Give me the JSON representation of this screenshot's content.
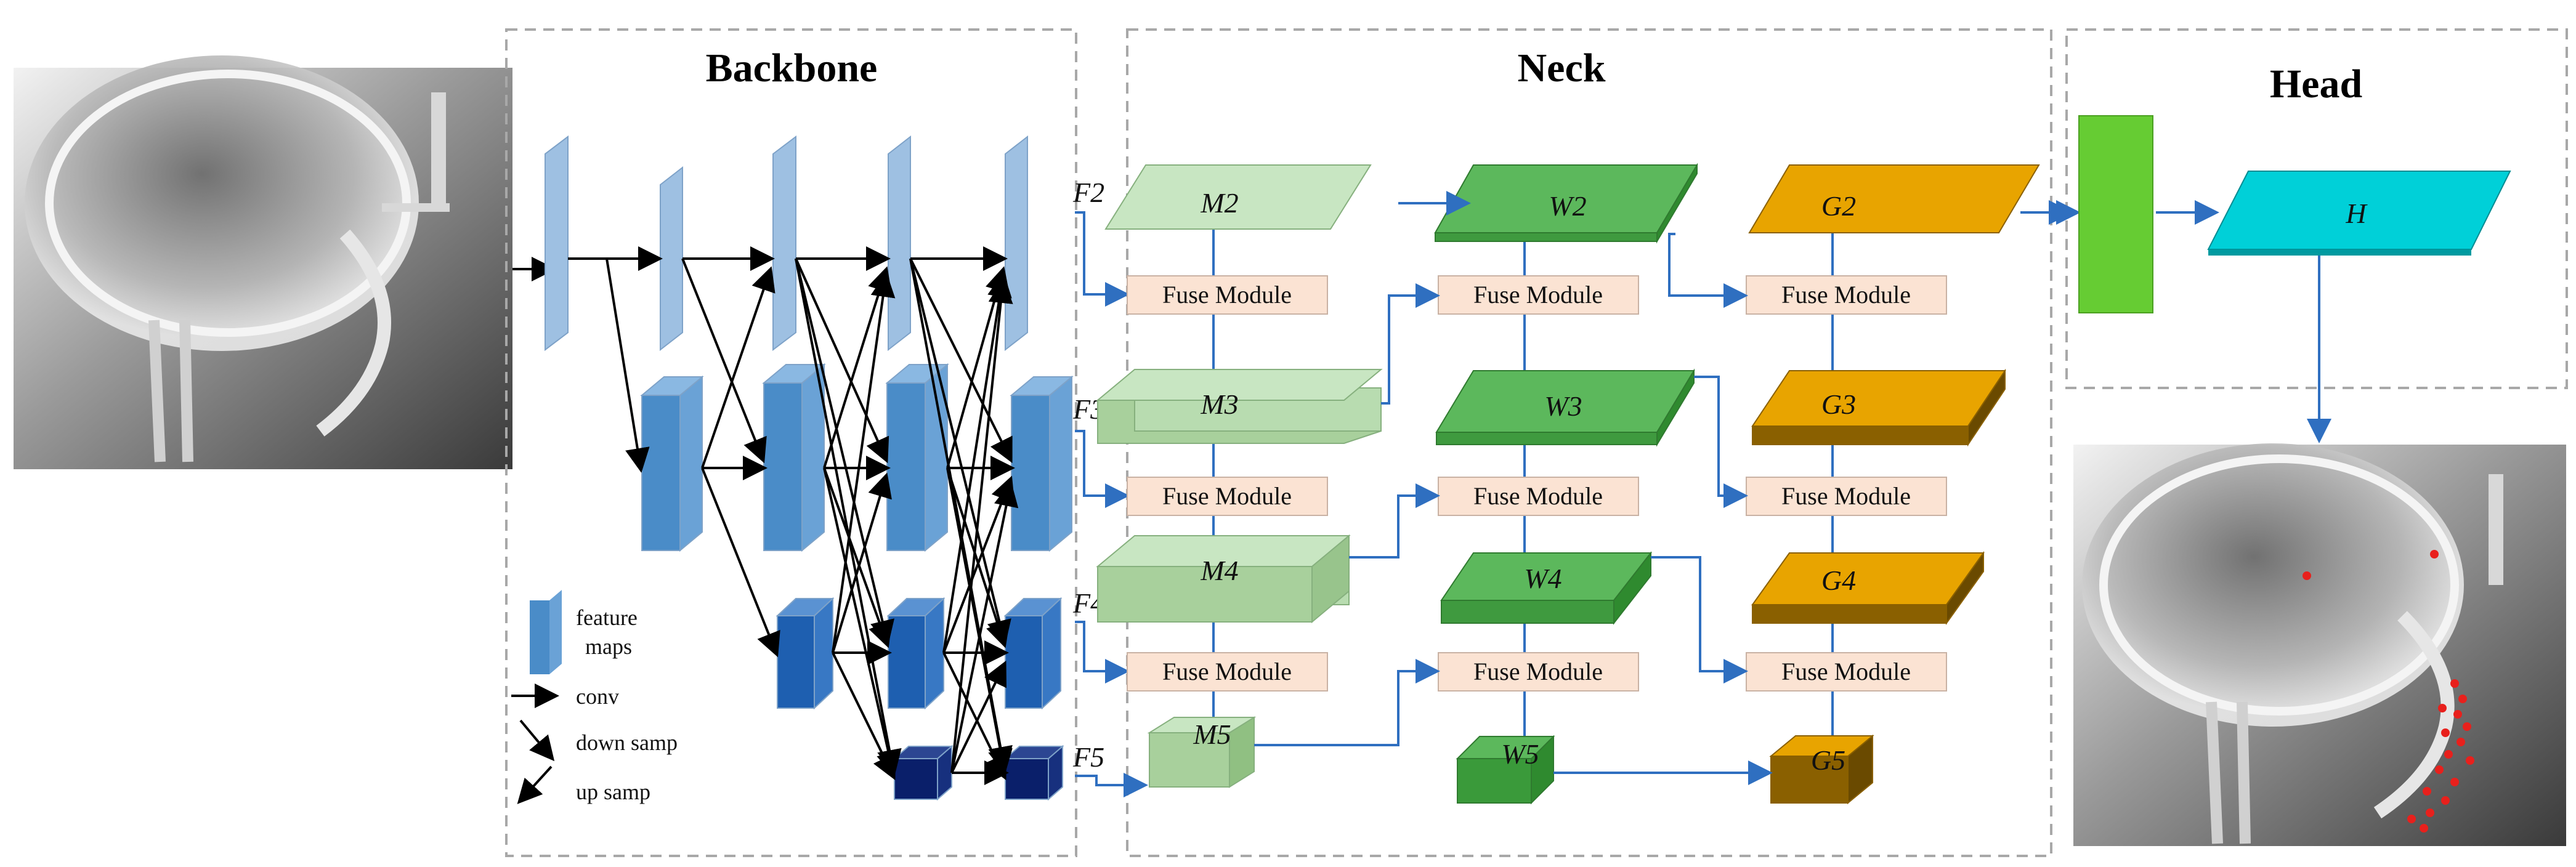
{
  "sections": {
    "backbone": "Backbone",
    "neck": "Neck",
    "head": "Head"
  },
  "backbone_outputs": [
    "F2",
    "F3",
    "F4",
    "F5"
  ],
  "neck": {
    "column_m": [
      "M2",
      "M3",
      "M4",
      "M5"
    ],
    "column_w": [
      "W2",
      "W3",
      "W4",
      "W5"
    ],
    "column_g": [
      "G2",
      "G3",
      "G4",
      "G5"
    ],
    "fuse_label": "Fuse Module"
  },
  "head_block": "H",
  "legend": {
    "feature_maps_line1": "feature",
    "feature_maps_line2": "maps",
    "conv": "conv",
    "down_samp": "down samp",
    "up_samp": "up samp"
  },
  "icons": [
    "xray-input-icon",
    "xray-output-landmarks-icon"
  ],
  "colors": {
    "m_column": "#c8e6c2",
    "w_column": "#5cb85c",
    "g_column": "#e8a400",
    "head_bar": "#66cc33",
    "head_h": "#00d0d8",
    "fuse": "#fbe3d3",
    "connector": "#2f6fc0",
    "landmark": "#e8201c"
  }
}
